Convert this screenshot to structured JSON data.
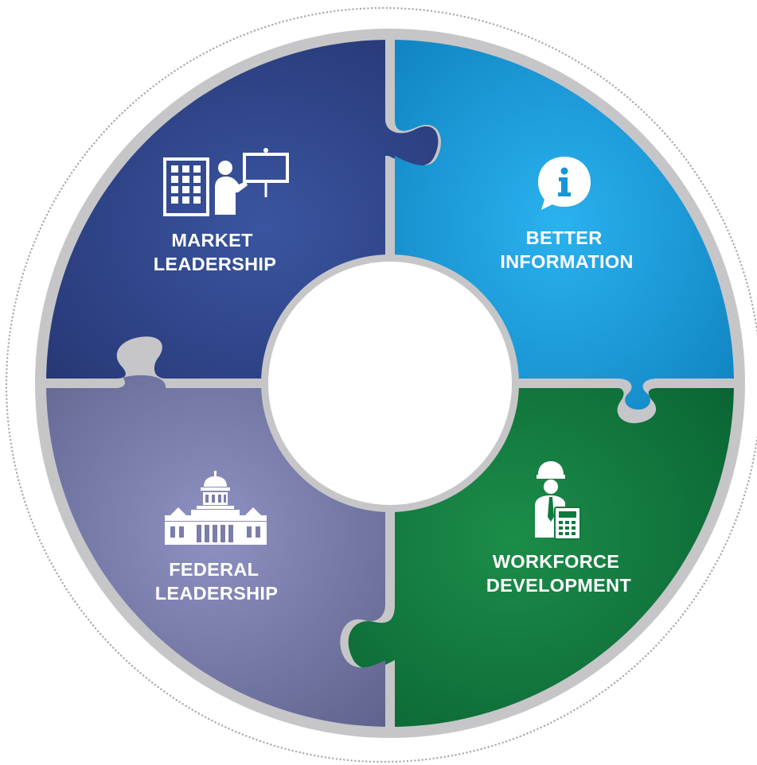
{
  "quadrants": [
    {
      "id": "market-leadership",
      "label_line1": "MARKET",
      "label_line2": "LEADERSHIP",
      "icon": "building-presenter-icon",
      "color_dark": "#273774",
      "color_light": "#324a93"
    },
    {
      "id": "better-information",
      "label_line1": "BETTER",
      "label_line2": "INFORMATION",
      "icon": "info-bubble-icon",
      "color_dark": "#0b7fbe",
      "color_light": "#24acea"
    },
    {
      "id": "workforce-development",
      "label_line1": "WORKFORCE",
      "label_line2": "DEVELOPMENT",
      "icon": "worker-calculator-icon",
      "color_dark": "#075f32",
      "color_light": "#1a8a47"
    },
    {
      "id": "federal-leadership",
      "label_line1": "FEDERAL",
      "label_line2": "LEADERSHIP",
      "icon": "capitol-building-icon",
      "color_dark": "#5b5f88",
      "color_light": "#8b8dbd"
    }
  ],
  "colors": {
    "ring_gray": "#c6c6c9",
    "outer_dots": "#a9a9ad",
    "center_fill": "#ffffff",
    "icon_white": "#ffffff"
  }
}
